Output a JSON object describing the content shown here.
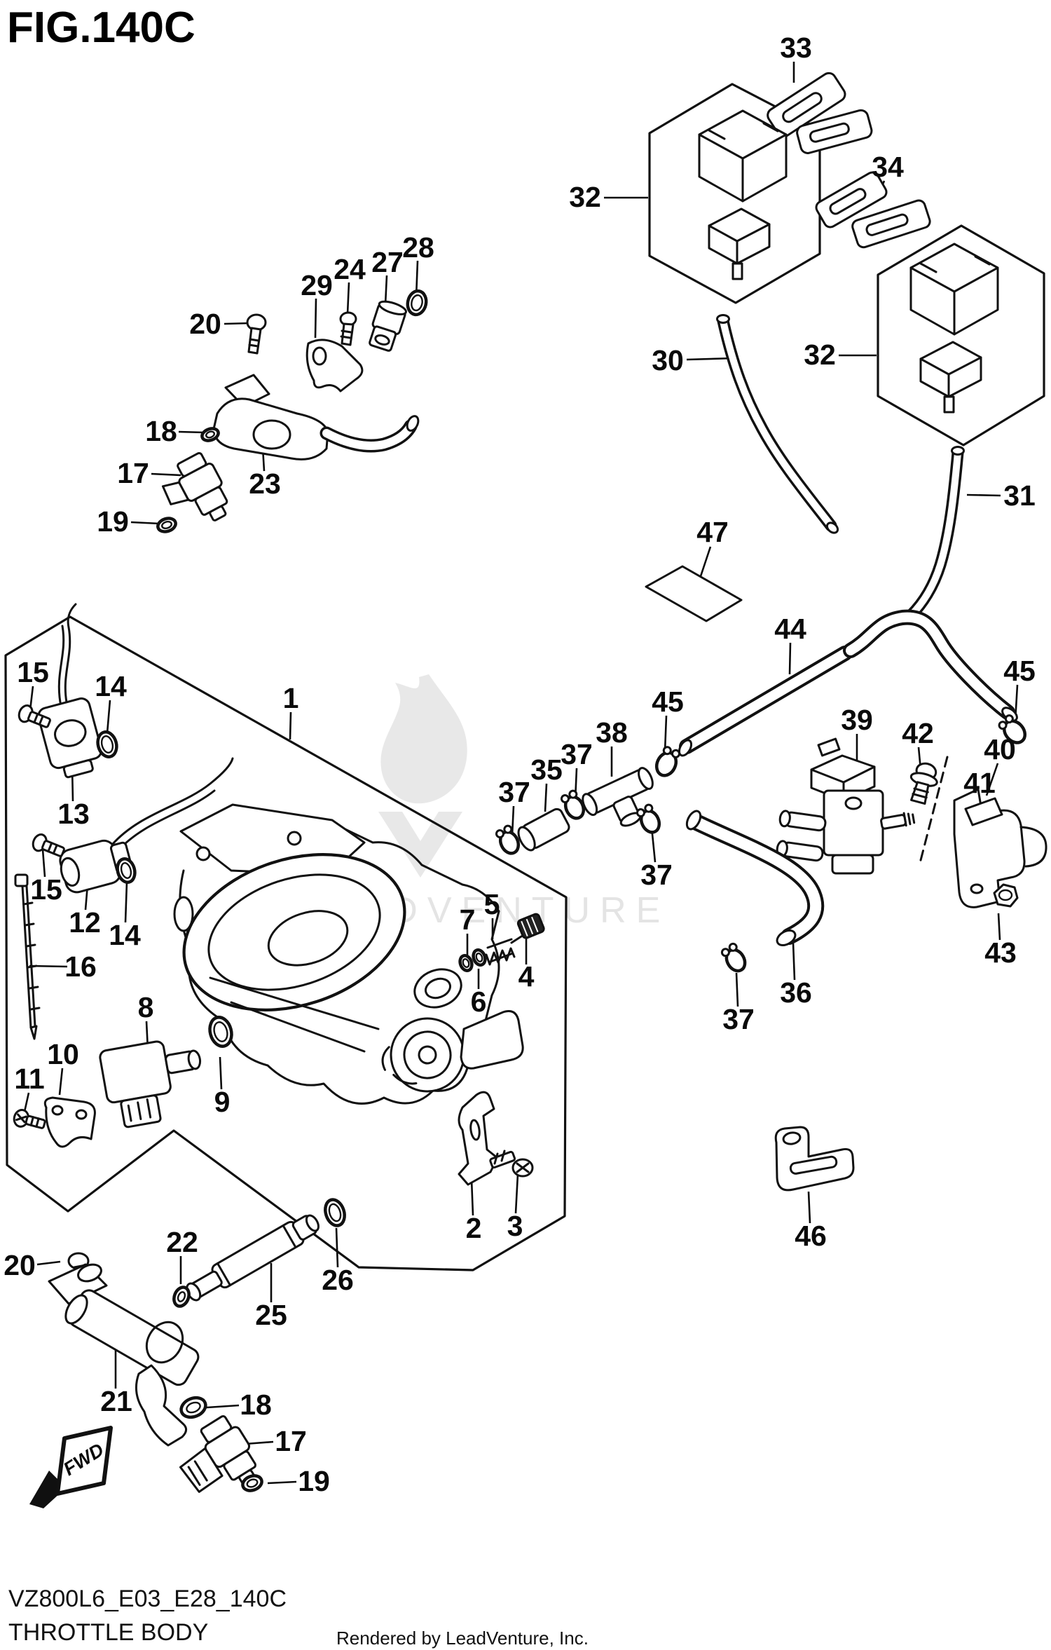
{
  "title": "FIG.140C",
  "watermark": "LEADVENTURE",
  "fwd": "FWD",
  "footer": {
    "code": "VZ800L6_E03_E28_140C",
    "sheet_name": "THROTTLE BODY",
    "rendered_by": "Rendered by LeadVenture, Inc."
  },
  "colors": {
    "line": "#111111",
    "background": "#ffffff",
    "watermark": "#e4e4e4"
  },
  "parts": {
    "n1": "1",
    "n2": "2",
    "n3": "3",
    "n4": "4",
    "n5": "5",
    "n6": "6",
    "n7": "7",
    "n8": "8",
    "n9": "9",
    "n10": "10",
    "n11": "11",
    "n12": "12",
    "n13": "13",
    "n14": "14",
    "n15": "15",
    "n16": "16",
    "n17": "17",
    "n18": "18",
    "n19": "19",
    "n20": "20",
    "n21": "21",
    "n22": "22",
    "n23": "23",
    "n24": "24",
    "n25": "25",
    "n26": "26",
    "n27": "27",
    "n28": "28",
    "n29": "29",
    "n30": "30",
    "n31": "31",
    "n32": "32",
    "n33": "33",
    "n34": "34",
    "n35": "35",
    "n36": "36",
    "n37": "37",
    "n38": "38",
    "n39": "39",
    "n40": "40",
    "n41": "41",
    "n42": "42",
    "n43": "43",
    "n44": "44",
    "n45": "45",
    "n46": "46",
    "n47": "47"
  }
}
